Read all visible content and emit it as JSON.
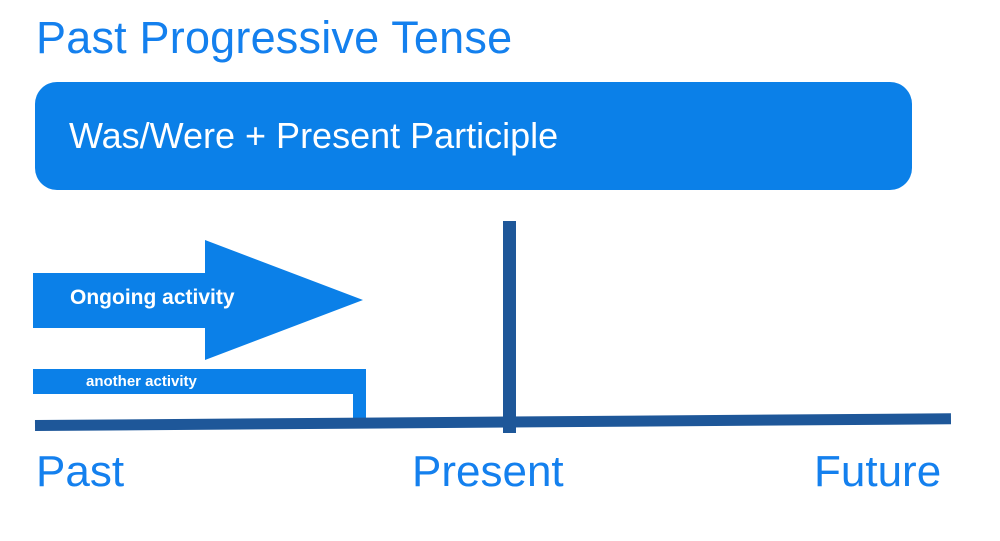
{
  "slide": {
    "title": "Past Progressive Tense",
    "background_color": "#ffffff"
  },
  "formula": {
    "text": "Was/Were + Present Participle",
    "background_color": "#0B80E8",
    "text_color": "#ffffff"
  },
  "diagram": {
    "type": "timeline",
    "accent_color": "#1480EE",
    "bar_color": "#0B80E8",
    "axis_color": "#1E5799",
    "ongoing_arrow": {
      "label": "Ongoing activity",
      "direction": "right"
    },
    "another_activity": {
      "label": "another activity"
    },
    "present_marker": {
      "name": "present-tick"
    },
    "axis_labels": [
      {
        "key": "past",
        "label": "Past"
      },
      {
        "key": "present",
        "label": "Present"
      },
      {
        "key": "future",
        "label": "Future"
      }
    ]
  }
}
